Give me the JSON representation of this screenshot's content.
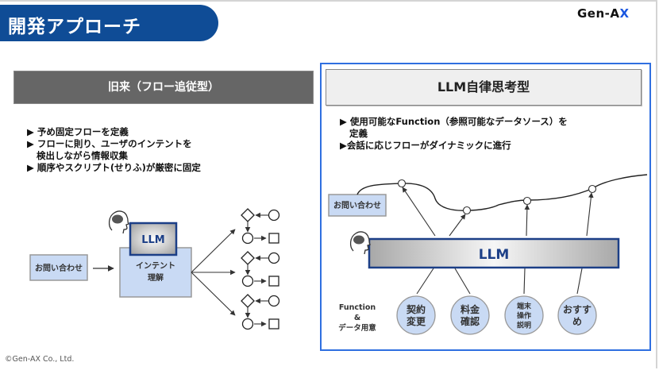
{
  "slide": {
    "title": "開発アプローチ",
    "logo": {
      "main": "Gen-A",
      "accent": "X"
    },
    "copyright": "©Gen-AX Co., Ltd.",
    "colors": {
      "brand_blue": "#0f4c96",
      "panel_border": "#2f6fe0",
      "box_fill": "#c9daf4",
      "circle_fill": "#c9daf4",
      "llm_border": "#1c3f87"
    }
  },
  "left": {
    "header": "旧来（フロー追従型）",
    "bullets": [
      {
        "marker": "▶",
        "text": "予め固定フローを定義"
      },
      {
        "marker": "▶",
        "text": "フローに則り、ユーザのインテントを",
        "cont": "検出しながら情報収集"
      },
      {
        "marker": "▶",
        "text": "順序やスクリプト(せりふ)が厳密に固定"
      }
    ],
    "diagram": {
      "inquiry": "お問い合わせ",
      "llm": "LLM",
      "intent_line1": "インテント",
      "intent_line2": "理解",
      "icon": "brain-head-icon"
    }
  },
  "right": {
    "header": "LLM自律思考型",
    "bullets": [
      {
        "marker": "▶",
        "text": "使用可能なFunction（参照可能なデータソース）を",
        "cont": "定義"
      },
      {
        "marker": "▶",
        "text": "会話に応じフローがダイナミックに進行"
      }
    ],
    "diagram": {
      "inquiry": "お問い合わせ",
      "llm": "LLM",
      "function_label": [
        "Function",
        "&",
        "データ用意"
      ],
      "functions": [
        {
          "lines": [
            "契約",
            "変更"
          ]
        },
        {
          "lines": [
            "料金",
            "確認"
          ]
        },
        {
          "lines": [
            "端末",
            "操作",
            "説明"
          ]
        },
        {
          "lines": [
            "おすす",
            "め"
          ]
        }
      ]
    }
  }
}
